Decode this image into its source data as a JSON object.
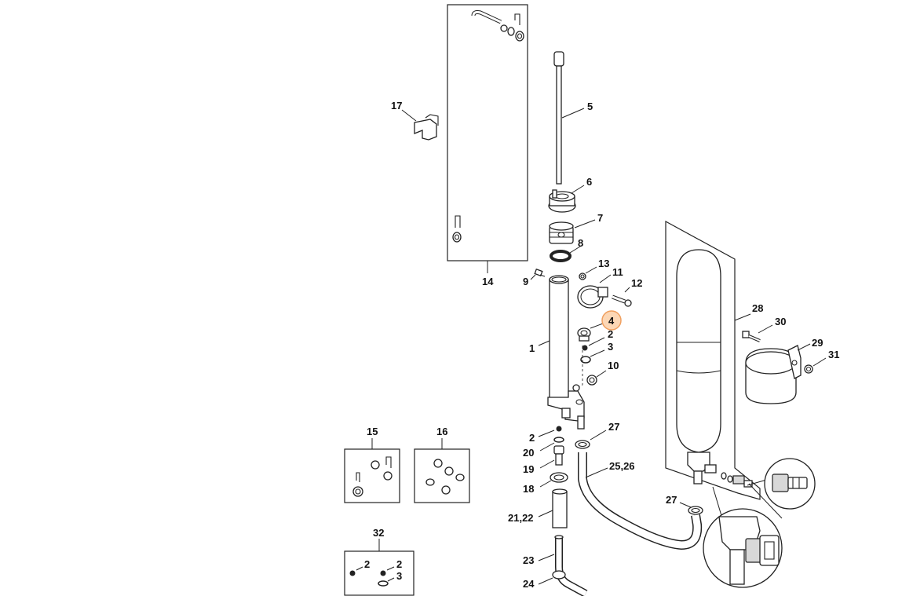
{
  "callouts": {
    "c1": "1",
    "c2a": "2",
    "c2b": "2",
    "c2c": "2",
    "c2d": "2",
    "c3a": "3",
    "c3b": "3",
    "c4": "4",
    "c5": "5",
    "c6": "6",
    "c7": "7",
    "c8": "8",
    "c9": "9",
    "c10": "10",
    "c11": "11",
    "c12": "12",
    "c13": "13",
    "c14": "14",
    "c15": "15",
    "c16": "16",
    "c17": "17",
    "c18": "18",
    "c19": "19",
    "c20": "20",
    "c2122": "21,22",
    "c23": "23",
    "c24": "24",
    "c2526": "25,26",
    "c27a": "27",
    "c27b": "27",
    "c28": "28",
    "c29": "29",
    "c30": "30",
    "c31": "31",
    "c32": "32"
  },
  "highlight_color": "#fcd7b5"
}
